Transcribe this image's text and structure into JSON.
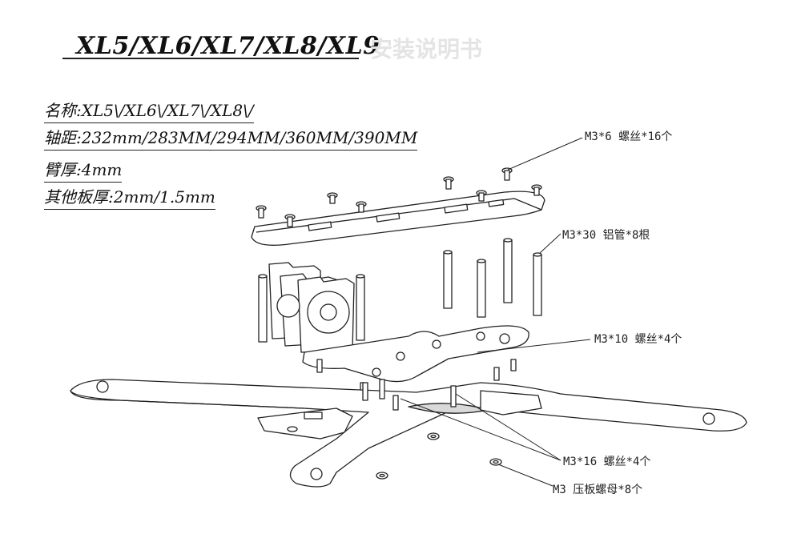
{
  "title": "XL5/XL6/XL7/XL8/XL9",
  "ghost_text": "安装说明书",
  "specs": {
    "name": "名称:XL5\\/XL6\\/XL7\\/XL8\\/",
    "wheelbase": "轴距:232mm/283MM/294MM/360MM/390MM",
    "arm_thickness": "臂厚:4mm",
    "other_plates": "其他板厚:2mm/1.5mm"
  },
  "callouts": {
    "m3x6": "M3*6  螺丝*16个",
    "m3x30": "M3*30  铝管*8根",
    "m3x10": "M3*10  螺丝*4个",
    "m3x16": "M3*16  螺丝*4个",
    "m3nut": "M3  压板螺母*8个"
  },
  "colors": {
    "ink": "#222222",
    "plate_fill": "#ffffff",
    "shade": "#d9d9d9"
  }
}
